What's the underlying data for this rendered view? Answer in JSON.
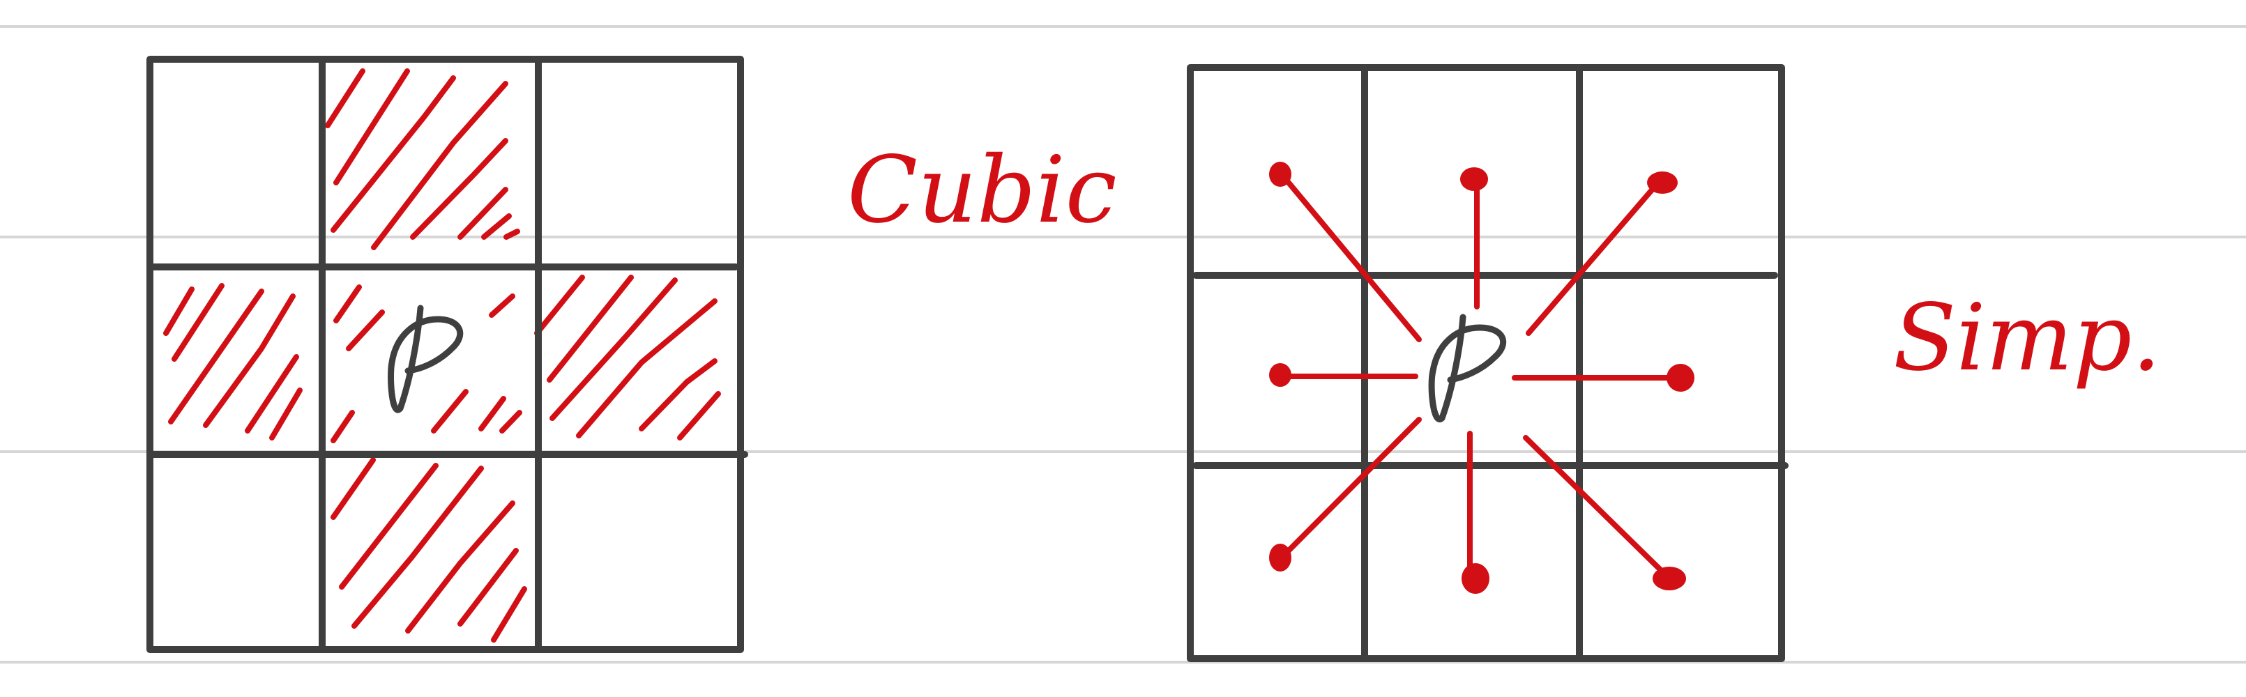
{
  "labels": {
    "left_stencil": "Cubic",
    "right_stencil": "Simp."
  },
  "center_symbol": "φ",
  "colors": {
    "ink_red": "#d20f14",
    "grid_dark": "#3f3f3f",
    "ruled_line": "#d6d6d6",
    "background": "#ffffff"
  },
  "icons": {
    "hatch": "diagonal-hatch",
    "endpoint": "filled-dot"
  }
}
